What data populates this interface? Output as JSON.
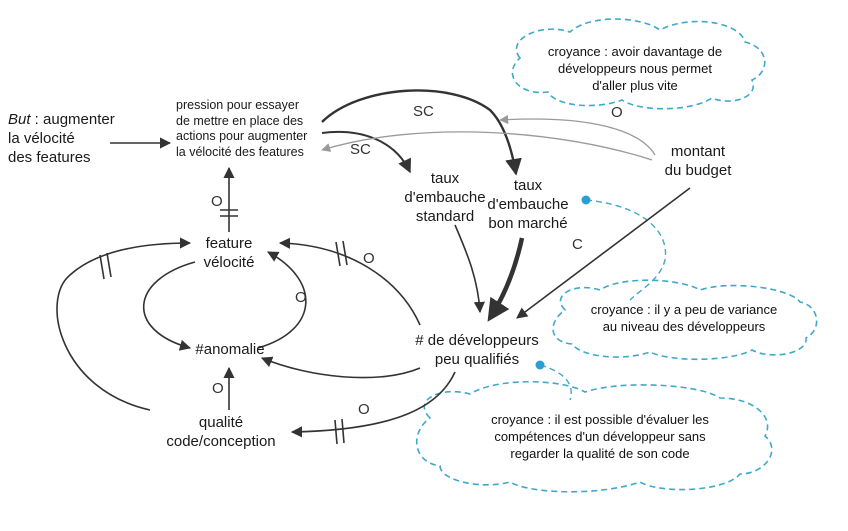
{
  "goal": {
    "prefix": "But",
    "rest": " : augmenter",
    "line2": "la vélocité",
    "line3": "des features"
  },
  "nodes": {
    "pression": [
      "pression pour essayer",
      "de mettre en place des",
      "actions pour augmenter",
      "la vélocité des features"
    ],
    "taux_standard": [
      "taux",
      "d'embauche",
      "standard"
    ],
    "taux_bon_marche": [
      "taux",
      "d'embauche",
      "bon marché"
    ],
    "budget": [
      "montant",
      "du budget"
    ],
    "velocite": [
      "feature",
      "vélocité"
    ],
    "anomalie": [
      "#anomalie"
    ],
    "developpeurs": [
      "# de développeurs",
      "peu qualifiés"
    ],
    "qualite": [
      "qualité",
      "code/conception"
    ]
  },
  "link_labels": {
    "sc_top": "SC",
    "sc_left": "SC",
    "o_budget": "O",
    "o_pression": "O",
    "c_budget": "C",
    "o_velocite_dev": "O",
    "o_loop": "O",
    "o_anomalie": "O",
    "o_qualite": "O"
  },
  "beliefs": {
    "top": [
      "croyance : avoir davantage de",
      "développeurs nous permet",
      "d'aller plus vite"
    ],
    "middle": [
      "croyance : il y a peu de variance",
      "au niveau des développeurs"
    ],
    "bottom": [
      "croyance : il est possible d'évaluer les",
      "compétences d'un développeur sans",
      "regarder la qualité de son code"
    ]
  },
  "colors": {
    "arrow": "#333333",
    "arrow_light": "#9a9a9a",
    "cloud": "#3fa9c9",
    "dot": "#2a9fd6"
  }
}
